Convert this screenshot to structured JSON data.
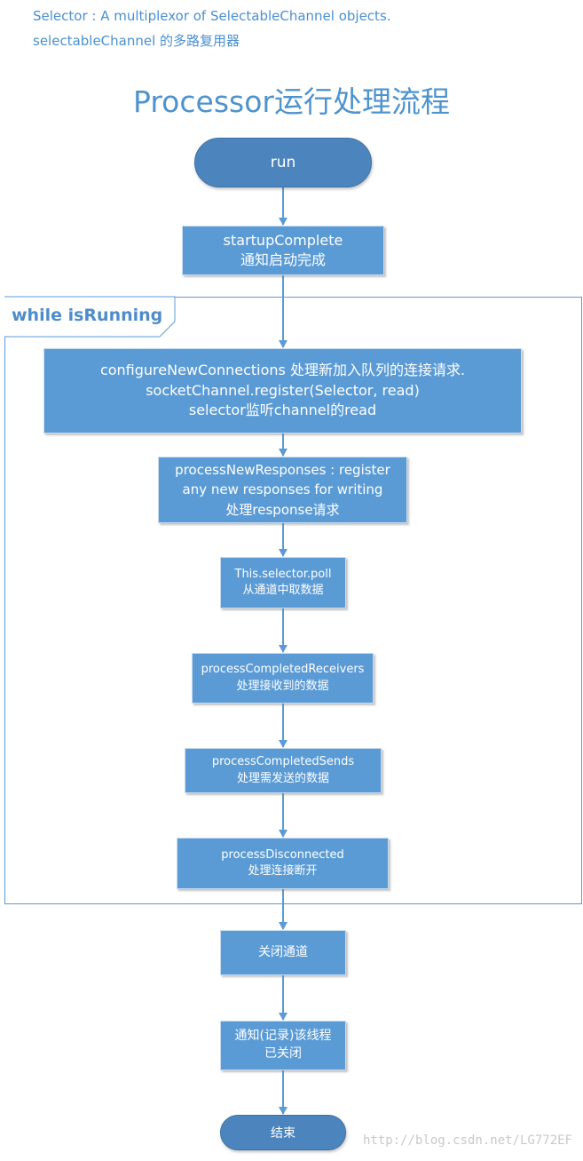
{
  "notes": {
    "line1": "Selector : A multiplexor of SelectableChannel objects.",
    "line2": "selectableChannel 的多路复用器"
  },
  "title": "Processor运行处理流程",
  "loop": {
    "label": "while isRunning"
  },
  "nodes": {
    "run": {
      "label": "run"
    },
    "startup": {
      "line1": "startupComplete",
      "line2": "通知启动完成"
    },
    "configure": {
      "line1": "configureNewConnections 处理新加入队列的连接请求.",
      "line2": "socketChannel.register(Selector, read)",
      "line3": "selector监听channel的read"
    },
    "process_responses": {
      "line1": "processNewResponses : register",
      "line2": "any new responses for writing",
      "line3": "处理response请求"
    },
    "poll": {
      "line1": "This.selector.poll",
      "line2": "从通道中取数据"
    },
    "receivers": {
      "line1": "processCompletedReceivers",
      "line2": "处理接收到的数据"
    },
    "sends": {
      "line1": "processCompletedSends",
      "line2": "处理需发送的数据"
    },
    "disconnected": {
      "line1": "processDisconnected",
      "line2": "处理连接断开"
    },
    "close": {
      "label": "关闭通道"
    },
    "notify": {
      "line1": "通知(记录)该线程",
      "line2": "已关闭"
    },
    "end": {
      "label": "结束"
    }
  },
  "watermark": "http://blog.csdn.net/LG772EF",
  "colors": {
    "box_fill": "#5b9bd5",
    "terminal_fill": "#4c85bd",
    "connector": "#5b9bd5",
    "loop_label": "#4e8ccb",
    "title": "#4e93ce"
  }
}
